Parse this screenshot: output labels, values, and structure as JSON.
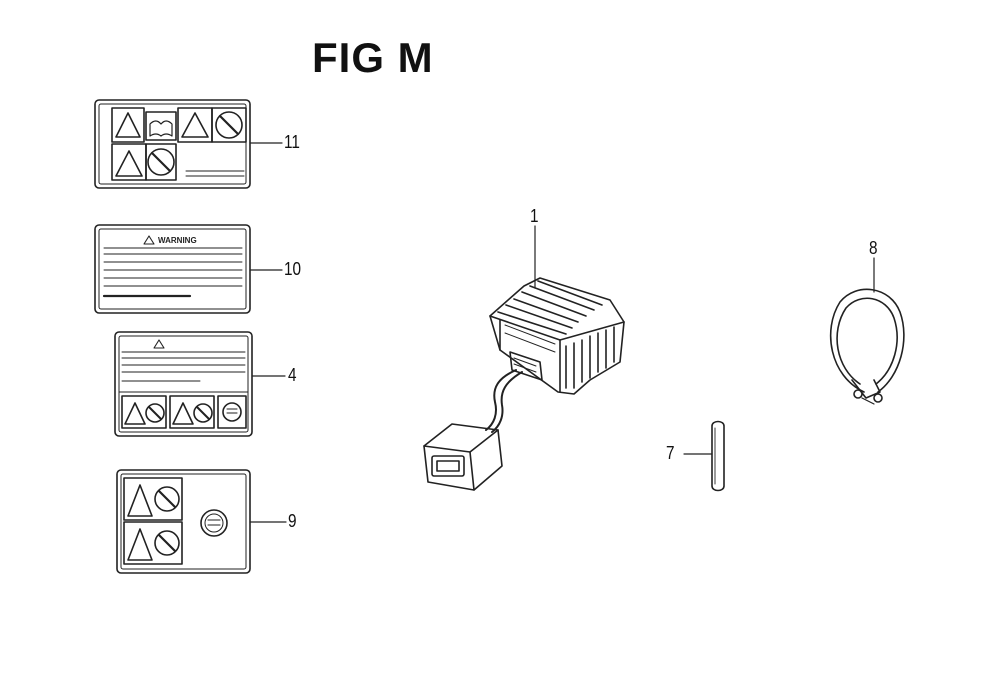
{
  "figure": {
    "title": "FIG M"
  },
  "callouts": [
    {
      "id": "11",
      "label": "11"
    },
    {
      "id": "10",
      "label": "10"
    },
    {
      "id": "4",
      "label": "4"
    },
    {
      "id": "9",
      "label": "9"
    },
    {
      "id": "1",
      "label": "1"
    },
    {
      "id": "8",
      "label": "8"
    },
    {
      "id": "7",
      "label": "7"
    }
  ],
  "label_10": {
    "heading": "WARNING"
  },
  "parts": [
    {
      "callout": "11",
      "name": "label-icons-sheet"
    },
    {
      "callout": "10",
      "name": "label-warning"
    },
    {
      "callout": "4",
      "name": "label-caution"
    },
    {
      "callout": "9",
      "name": "label-symbols"
    },
    {
      "callout": "1",
      "name": "regulator-rectifier"
    },
    {
      "callout": "8",
      "name": "band-clamp"
    },
    {
      "callout": "7",
      "name": "pin"
    }
  ],
  "colors": {
    "line": "#222222",
    "background": "#ffffff"
  }
}
